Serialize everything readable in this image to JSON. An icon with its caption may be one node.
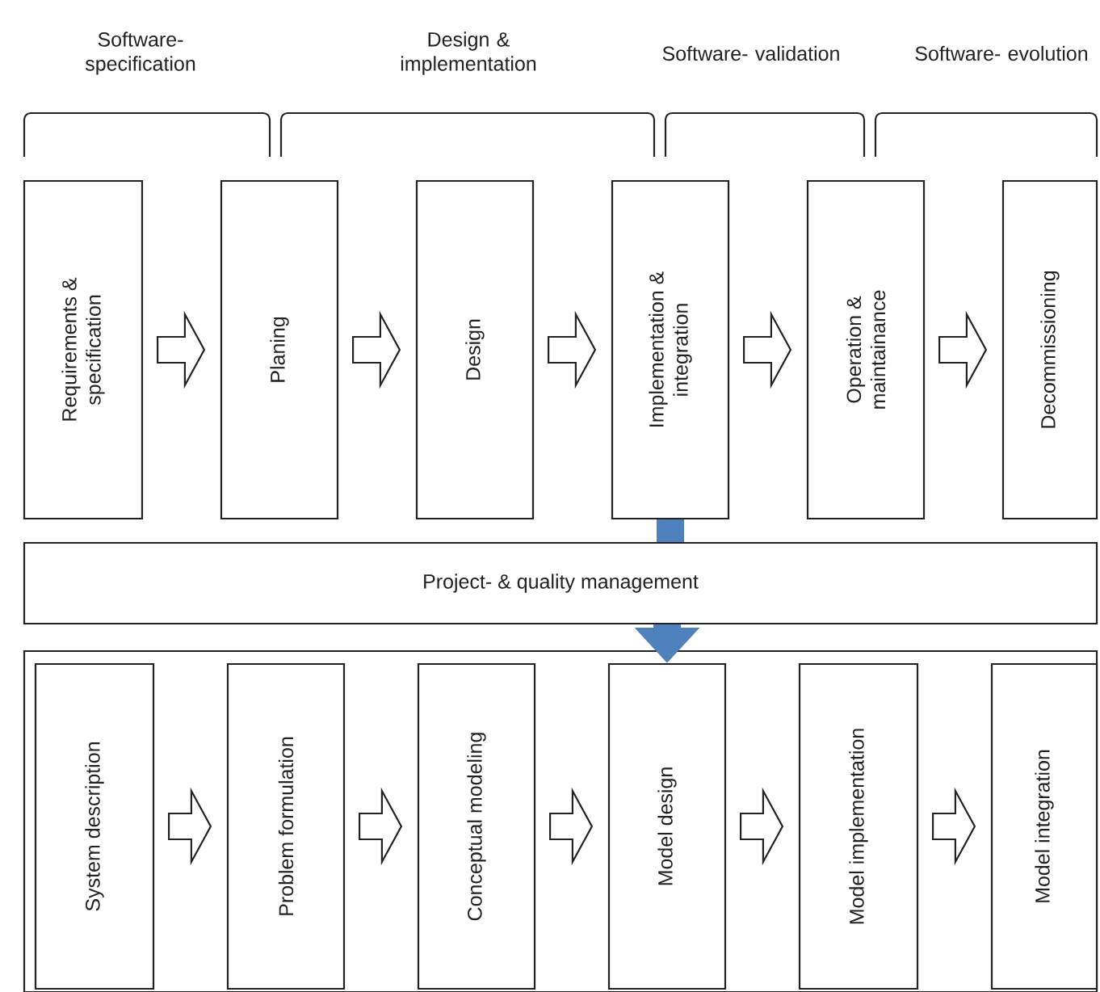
{
  "diagram": {
    "nodes": [
      {
        "text": [
          "Requirements & specification"
        ]
      },
      {
        "text": [
          "Planing"
        ]
      },
      {
        "text": [
          "Design"
        ]
      },
      {
        "text": [
          "Implementation & integration"
        ]
      },
      {
        "text": [
          "Operation & maintainance"
        ]
      },
      {
        "text": [
          "Decommissioning"
        ]
      },
      {
        "text": [
          "Project- & quality management"
        ]
      },
      {
        "text": [],
        "shape": "box"
      },
      {
        "text": [
          "System description"
        ],
        "in": 7
      },
      {
        "text": [
          "Problem formulation"
        ],
        "in": 7
      },
      {
        "text": [
          "Conceptual modeling"
        ],
        "in": 7
      },
      {
        "text": [
          "Model design"
        ],
        "in": 7
      },
      {
        "text": [
          "Model implementation"
        ],
        "in": 7
      },
      {
        "text": [
          "Model integration"
        ],
        "in": 7
      }
    ],
    "edges": [
      {
        "from": 0,
        "to": 1,
        "arrow": "to"
      },
      {
        "from": 1,
        "to": 2,
        "arrow": "to"
      },
      {
        "from": 2,
        "to": 3,
        "arrow": "to"
      },
      {
        "from": 3,
        "to": 4,
        "arrow": "to"
      },
      {
        "from": 4,
        "to": 5,
        "arrow": "to"
      },
      {
        "from": 8,
        "to": 9,
        "arrow": "to"
      },
      {
        "from": 9,
        "to": 10,
        "arrow": "to"
      },
      {
        "from": 10,
        "to": 11,
        "arrow": "to"
      },
      {
        "from": 11,
        "to": 12,
        "arrow": "to"
      },
      {
        "from": 12,
        "to": 13,
        "arrow": "to"
      },
      {
        "from": 3,
        "to": 6,
        "arrow": "none",
        "color": "#4f81bd"
      },
      {
        "from": 6,
        "to": 11,
        "arrow": "to",
        "color": "#4f81bd"
      }
    ],
    "labels": [
      "Software- specification",
      "Design & implementation",
      "Software- validation",
      "Software- evolution"
    ]
  }
}
